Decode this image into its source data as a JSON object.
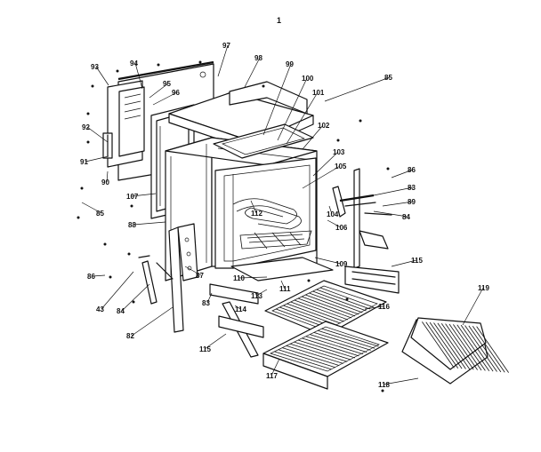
{
  "diagram": {
    "title": "1",
    "labels": [
      "93",
      "94",
      "97",
      "98",
      "99",
      "100",
      "95",
      "96",
      "101",
      "85",
      "102",
      "92",
      "103",
      "105",
      "91",
      "86",
      "90",
      "83",
      "107",
      "89",
      "85",
      "112",
      "104",
      "84",
      "88",
      "106",
      "86",
      "87",
      "109",
      "115",
      "43",
      "84",
      "110",
      "111",
      "113",
      "83",
      "114",
      "116",
      "119",
      "82",
      "115",
      "117",
      "118"
    ]
  }
}
